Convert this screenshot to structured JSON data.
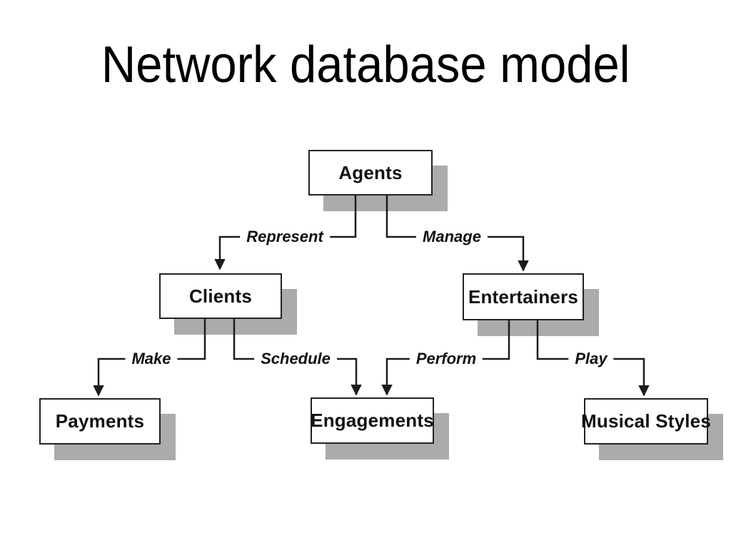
{
  "slide": {
    "title": "Network database model"
  },
  "diagram": {
    "nodes": [
      {
        "label": "Agents"
      },
      {
        "label": "Clients"
      },
      {
        "label": "Entertainers"
      },
      {
        "label": "Payments"
      },
      {
        "label": "Engagements"
      },
      {
        "label": "Musical Styles"
      }
    ],
    "edges": [
      {
        "from": "Agents",
        "to": "Clients",
        "label": "Represent"
      },
      {
        "from": "Agents",
        "to": "Entertainers",
        "label": "Manage"
      },
      {
        "from": "Clients",
        "to": "Payments",
        "label": "Make"
      },
      {
        "from": "Clients",
        "to": "Engagements",
        "label": "Schedule"
      },
      {
        "from": "Entertainers",
        "to": "Engagements",
        "label": "Perform"
      },
      {
        "from": "Entertainers",
        "to": "Musical Styles",
        "label": "Play"
      }
    ],
    "colors": {
      "background": "#ffffff",
      "line": "#1c1c1c",
      "box_fill": "#ffffff",
      "box_border": "#222222",
      "shadow": "#ababab",
      "text": "#111111"
    }
  }
}
